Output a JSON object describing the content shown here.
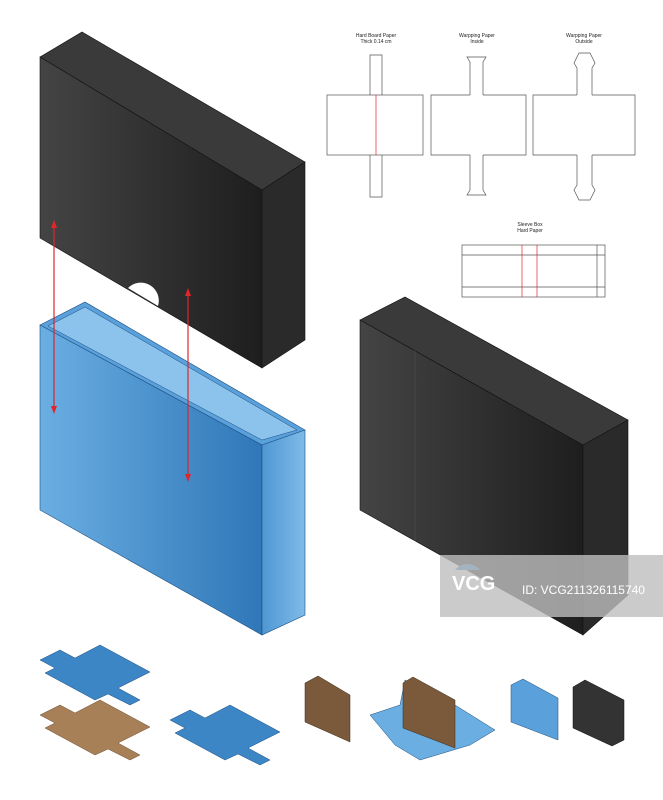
{
  "dielines": [
    {
      "title": "Hard Board Paper",
      "subtitle": "Thick 0.14 cm"
    },
    {
      "title": "Warpping Paper",
      "subtitle": "Inside"
    },
    {
      "title": "Warpping Paper",
      "subtitle": "Outside"
    },
    {
      "title": "Sleeve Box",
      "subtitle": "Hard Paper"
    }
  ],
  "colors": {
    "dark_box": "#2b2b2b",
    "blue_box": "#3d86c6",
    "cardboard": "#a88058",
    "arrow": "#e0262b"
  },
  "watermark": {
    "logo": "VCG",
    "id": "ID: VCG211326115740"
  }
}
